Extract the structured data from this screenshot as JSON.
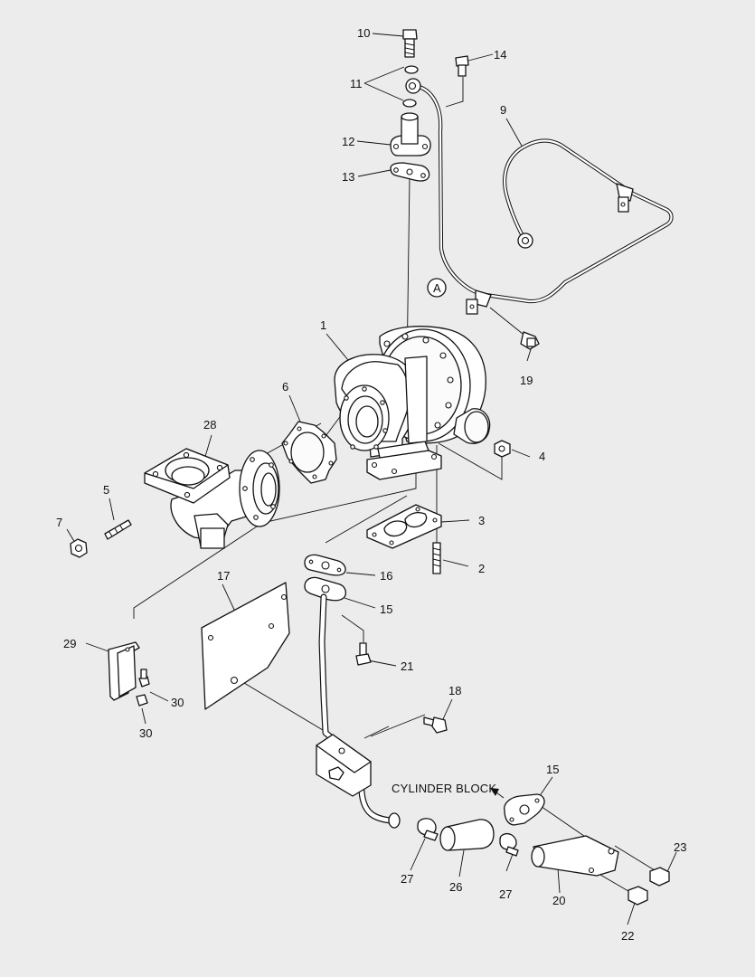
{
  "diagram": {
    "callouts": {
      "c1": "1",
      "c2": "2",
      "c3": "3",
      "c4": "4",
      "c5": "5",
      "c6": "6",
      "c7": "7",
      "c9": "9",
      "c10": "10",
      "c11": "11",
      "c12": "12",
      "c13": "13",
      "c14": "14",
      "c15a": "15",
      "c15b": "15",
      "c16": "16",
      "c17": "17",
      "c18": "18",
      "c19": "19",
      "c20": "20",
      "c21": "21",
      "c22": "22",
      "c23": "23",
      "c26": "26",
      "c27a": "27",
      "c27b": "27",
      "c28": "28",
      "c29": "29",
      "c30a": "30",
      "c30b": "30"
    },
    "view_marker": "A",
    "cylinder_block_label": "CYLINDER BLOCK"
  }
}
